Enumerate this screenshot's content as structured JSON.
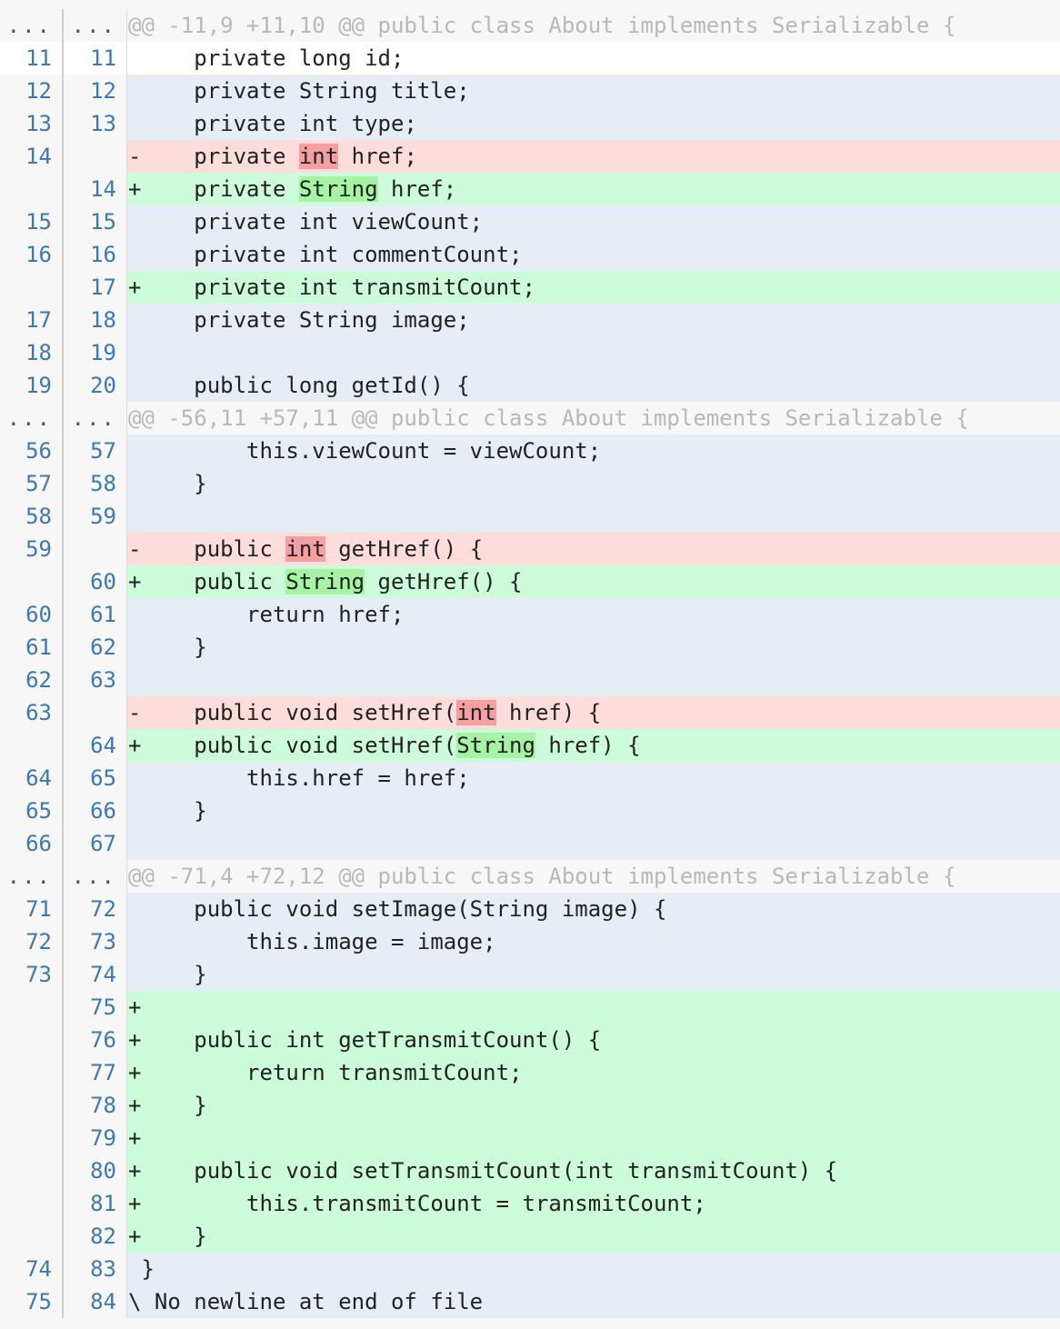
{
  "colors": {
    "deleted": "#fddcdc",
    "added": "#ccfcd9",
    "context": "#e6edf5",
    "line_number": "#3b78b5"
  },
  "rows": [
    {
      "type": "hunk",
      "old": "...",
      "new": "...",
      "text": "@@ -11,9 +11,10 @@ public class About implements Serializable {"
    },
    {
      "type": "ctx",
      "active": true,
      "old": "11",
      "new": "11",
      "text": "     private long id;"
    },
    {
      "type": "ctx",
      "old": "12",
      "new": "12",
      "text": "     private String title;"
    },
    {
      "type": "ctx",
      "old": "13",
      "new": "13",
      "text": "     private int type;"
    },
    {
      "type": "del",
      "old": "14",
      "new": "",
      "text": "-    private ",
      "hl": "int",
      "post": " href;"
    },
    {
      "type": "add",
      "old": "",
      "new": "14",
      "text": "+    private ",
      "hl": "String",
      "post": " href;"
    },
    {
      "type": "ctx",
      "old": "15",
      "new": "15",
      "text": "     private int viewCount;"
    },
    {
      "type": "ctx",
      "old": "16",
      "new": "16",
      "text": "     private int commentCount;"
    },
    {
      "type": "add",
      "old": "",
      "new": "17",
      "text": "+    private int transmitCount;"
    },
    {
      "type": "ctx",
      "old": "17",
      "new": "18",
      "text": "     private String image;"
    },
    {
      "type": "ctx",
      "old": "18",
      "new": "19",
      "text": " "
    },
    {
      "type": "ctx",
      "old": "19",
      "new": "20",
      "text": "     public long getId() {"
    },
    {
      "type": "hunk",
      "old": "...",
      "new": "...",
      "text": "@@ -56,11 +57,11 @@ public class About implements Serializable {"
    },
    {
      "type": "ctx",
      "old": "56",
      "new": "57",
      "text": "         this.viewCount = viewCount;"
    },
    {
      "type": "ctx",
      "old": "57",
      "new": "58",
      "text": "     }"
    },
    {
      "type": "ctx",
      "old": "58",
      "new": "59",
      "text": " "
    },
    {
      "type": "del",
      "old": "59",
      "new": "",
      "text": "-    public ",
      "hl": "int",
      "post": " getHref() {"
    },
    {
      "type": "add",
      "old": "",
      "new": "60",
      "text": "+    public ",
      "hl": "String",
      "post": " getHref() {"
    },
    {
      "type": "ctx",
      "old": "60",
      "new": "61",
      "text": "         return href;"
    },
    {
      "type": "ctx",
      "old": "61",
      "new": "62",
      "text": "     }"
    },
    {
      "type": "ctx",
      "old": "62",
      "new": "63",
      "text": " "
    },
    {
      "type": "del",
      "old": "63",
      "new": "",
      "text": "-    public void setHref(",
      "hl": "int",
      "post": " href) {"
    },
    {
      "type": "add",
      "old": "",
      "new": "64",
      "text": "+    public void setHref(",
      "hl": "String",
      "post": " href) {"
    },
    {
      "type": "ctx",
      "old": "64",
      "new": "65",
      "text": "         this.href = href;"
    },
    {
      "type": "ctx",
      "old": "65",
      "new": "66",
      "text": "     }"
    },
    {
      "type": "ctx",
      "old": "66",
      "new": "67",
      "text": " "
    },
    {
      "type": "hunk",
      "old": "...",
      "new": "...",
      "text": "@@ -71,4 +72,12 @@ public class About implements Serializable {"
    },
    {
      "type": "ctx",
      "old": "71",
      "new": "72",
      "text": "     public void setImage(String image) {"
    },
    {
      "type": "ctx",
      "old": "72",
      "new": "73",
      "text": "         this.image = image;"
    },
    {
      "type": "ctx",
      "old": "73",
      "new": "74",
      "text": "     }"
    },
    {
      "type": "add",
      "old": "",
      "new": "75",
      "text": "+"
    },
    {
      "type": "add",
      "old": "",
      "new": "76",
      "text": "+    public int getTransmitCount() {"
    },
    {
      "type": "add",
      "old": "",
      "new": "77",
      "text": "+        return transmitCount;"
    },
    {
      "type": "add",
      "old": "",
      "new": "78",
      "text": "+    }"
    },
    {
      "type": "add",
      "old": "",
      "new": "79",
      "text": "+"
    },
    {
      "type": "add",
      "old": "",
      "new": "80",
      "text": "+    public void setTransmitCount(int transmitCount) {"
    },
    {
      "type": "add",
      "old": "",
      "new": "81",
      "text": "+        this.transmitCount = transmitCount;"
    },
    {
      "type": "add",
      "old": "",
      "new": "82",
      "text": "+    }"
    },
    {
      "type": "ctx",
      "old": "74",
      "new": "83",
      "text": " }"
    },
    {
      "type": "ctx",
      "old": "75",
      "new": "84",
      "text": "\\ No newline at end of file"
    }
  ]
}
